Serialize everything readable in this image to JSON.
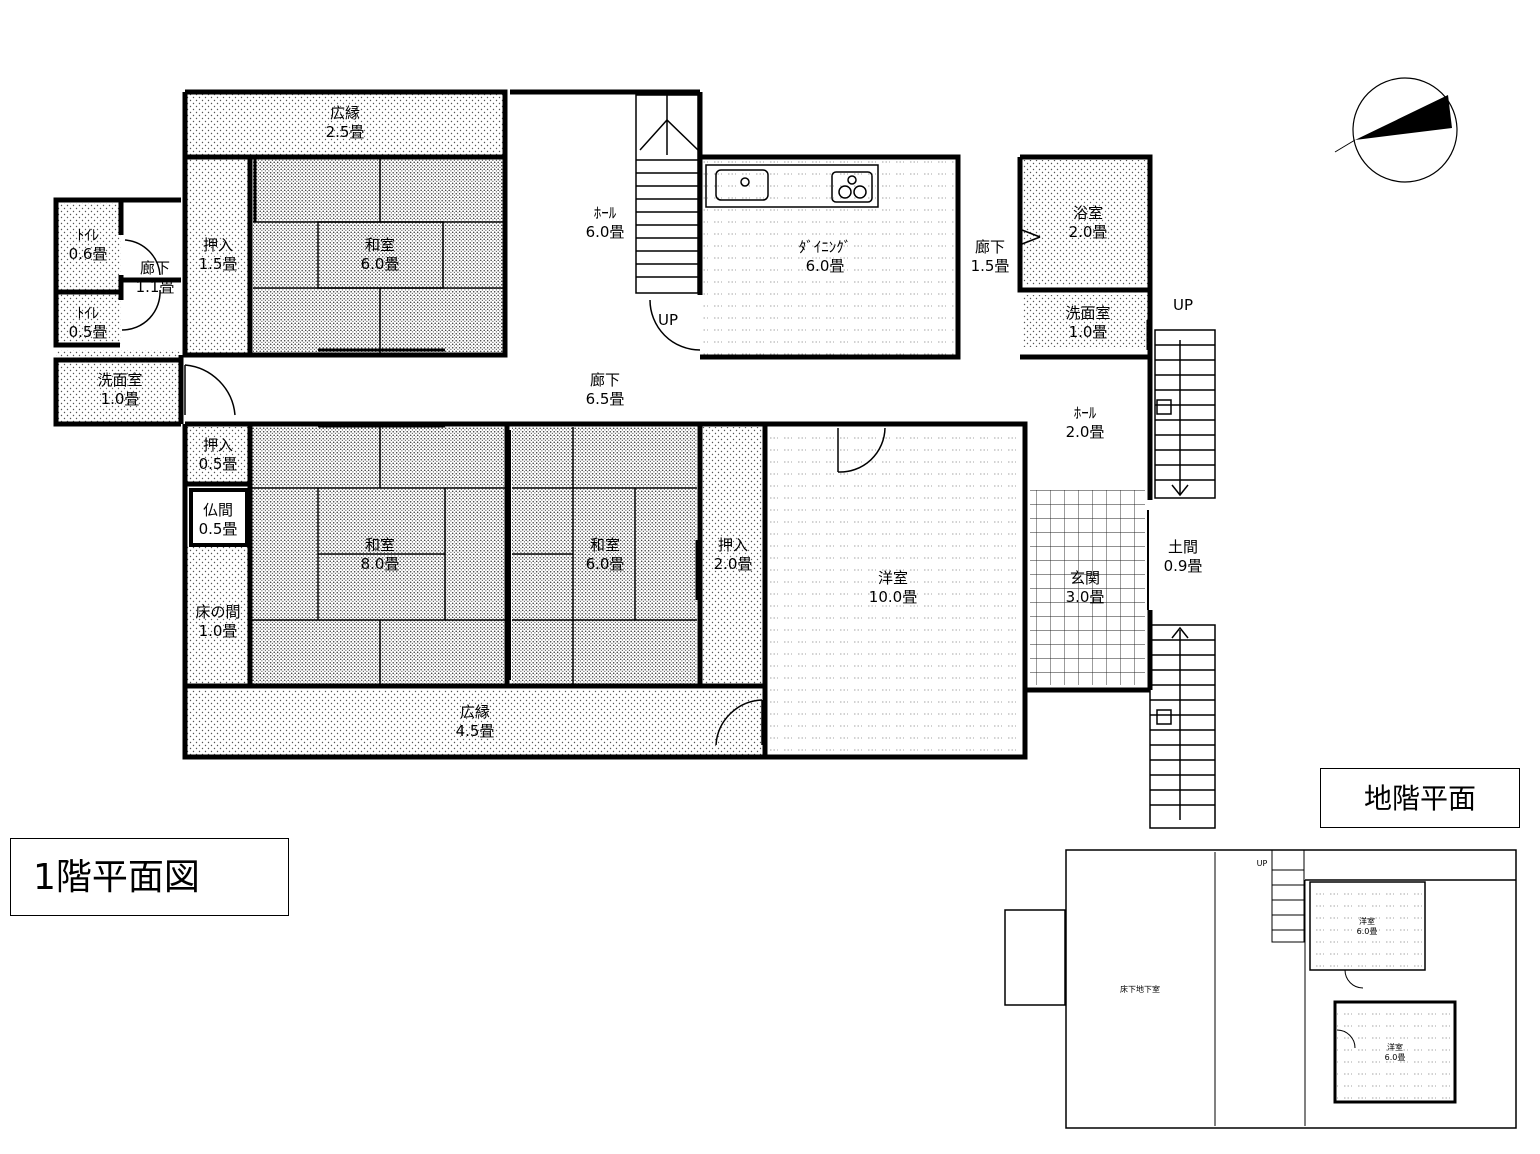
{
  "titles": {
    "floor1": "1階平面図",
    "basement": "地階平面"
  },
  "rooms": {
    "engawa_n": [
      "広縁",
      "2.5畳"
    ],
    "oshiire_nw": [
      "押入",
      "1.5畳"
    ],
    "washitsu_n": [
      "和室",
      "6.0畳"
    ],
    "toilet1": [
      "ﾄｲﾚ",
      "0.6畳"
    ],
    "toilet2": [
      "ﾄｲﾚ",
      "0.5畳"
    ],
    "roka_w": [
      "廊下",
      "1.1畳"
    ],
    "senmen_w": [
      "洗面室",
      "1.0畳"
    ],
    "hall_n": [
      "ﾎｰﾙ",
      "6.0畳"
    ],
    "dining": [
      "ﾀﾞｲﾆﾝｸﾞ",
      "6.0畳"
    ],
    "roka_e": [
      "廊下",
      "1.5畳"
    ],
    "yokushitsu": [
      "浴室",
      "2.0畳"
    ],
    "senmen_e": [
      "洗面室",
      "1.0畳"
    ],
    "roka_c": [
      "廊下",
      "6.5畳"
    ],
    "hall_e": [
      "ﾎｰﾙ",
      "2.0畳"
    ],
    "oshiire_sw": [
      "押入",
      "0.5畳"
    ],
    "butsuma": [
      "仏間",
      "0.5畳"
    ],
    "tokonoma": [
      "床の間",
      "1.0畳"
    ],
    "washitsu_8": [
      "和室",
      "8.0畳"
    ],
    "washitsu_6": [
      "和室",
      "6.0畳"
    ],
    "oshiire_s": [
      "押入",
      "2.0畳"
    ],
    "yoshitsu": [
      "洋室",
      "10.0畳"
    ],
    "genkan": [
      "玄関",
      "3.0畳"
    ],
    "doma": [
      "土間",
      "0.9畳"
    ],
    "engawa_s": [
      "広縁",
      "4.5畳"
    ]
  },
  "up_labels": {
    "stair_n": "UP",
    "stair_e": "UP",
    "stair_b": "UP"
  },
  "basement_rooms": {
    "yukashita": [
      "床下地下室"
    ],
    "yoshitsu1": [
      "洋室",
      "6.0畳"
    ],
    "yoshitsu2": [
      "洋室",
      "6.0畳"
    ]
  }
}
